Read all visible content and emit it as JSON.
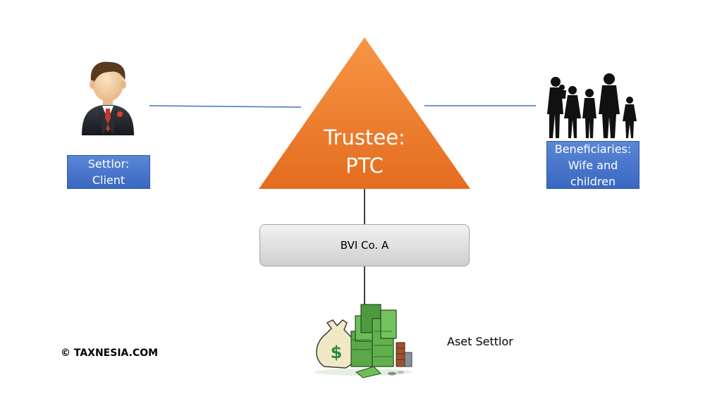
{
  "diagram": {
    "settlor": {
      "line1": "Settlor:",
      "line2": "Client"
    },
    "trustee": {
      "line1": "Trustee:",
      "line2": "PTC"
    },
    "beneficiaries": {
      "line1": "Beneficiaries:",
      "line2": "Wife and",
      "line3": "children"
    },
    "company": {
      "label": "BVI Co. A"
    },
    "asset": {
      "label": "Aset Settlor"
    },
    "copyright": "© TAXNESIA.COM"
  },
  "colors": {
    "triangle": "#ed7d31",
    "label_box": "#4472c4",
    "connector_blue": "#4472c4",
    "company_box": "#d9d9d9"
  },
  "icons": {
    "settlor": "businessman-icon",
    "beneficiaries": "family-silhouette-icon",
    "asset": "money-bag-cash-stack-icon"
  }
}
